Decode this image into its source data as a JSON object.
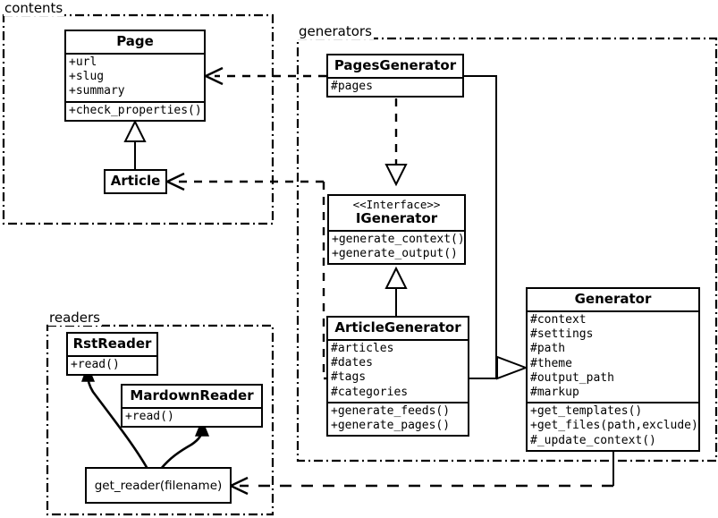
{
  "diagram": {
    "title": "UML class diagram",
    "stroke_color": "#000000",
    "background_color": "#ffffff"
  },
  "packages": [
    {
      "name": "contents-package",
      "label": "contents"
    },
    {
      "name": "generators-package",
      "label": "generators"
    },
    {
      "name": "readers-package",
      "label": "readers"
    }
  ],
  "classes": {
    "page": {
      "name": "Page",
      "attributes": [
        "+url",
        "+slug",
        "+summary"
      ],
      "operations": [
        "+check_properties()"
      ]
    },
    "article": {
      "name": "Article",
      "attributes": [],
      "operations": []
    },
    "pages_generator": {
      "name": "PagesGenerator",
      "attributes": [
        "#pages"
      ],
      "operations": []
    },
    "igenerator": {
      "stereotype": "<<Interface>>",
      "name": "IGenerator",
      "attributes": [],
      "operations": [
        "+generate_context()",
        "+generate_output()"
      ]
    },
    "article_generator": {
      "name": "ArticleGenerator",
      "attributes": [
        "#articles",
        "#dates",
        "#tags",
        "#categories"
      ],
      "operations": [
        "+generate_feeds()",
        "+generate_pages()"
      ]
    },
    "generator": {
      "name": "Generator",
      "attributes": [
        "#context",
        "#settings",
        "#path",
        "#theme",
        "#output_path",
        "#markup"
      ],
      "operations": [
        "+get_templates()",
        "+get_files(path,exclude)",
        "#_update_context()"
      ]
    },
    "rst_reader": {
      "name": "RstReader",
      "attributes": [],
      "operations": [
        "+read()"
      ]
    },
    "mardown_reader": {
      "name": "MardownReader",
      "attributes": [],
      "operations": [
        "+read()"
      ]
    },
    "get_reader": {
      "name": "get_reader(filename)"
    }
  },
  "relations": [
    {
      "name": "article-inherits-page",
      "type": "generalization",
      "from": "Article",
      "to": "Page"
    },
    {
      "name": "pagesgenerator-realizes-igenerator",
      "type": "realization",
      "from": "PagesGenerator",
      "to": "IGenerator"
    },
    {
      "name": "articlegenerator-realizes-igenerator",
      "type": "generalization",
      "from": "ArticleGenerator",
      "to": "IGenerator"
    },
    {
      "name": "pagesgenerator-to-generator",
      "type": "generalization",
      "from": "PagesGenerator",
      "to": "Generator"
    },
    {
      "name": "articlegenerator-to-generator",
      "type": "generalization",
      "from": "ArticleGenerator",
      "to": "Generator"
    },
    {
      "name": "pagesgenerator-depends-page",
      "type": "dependency",
      "from": "PagesGenerator",
      "to": "Page"
    },
    {
      "name": "articlegenerator-depends-article",
      "type": "dependency",
      "from": "ArticleGenerator",
      "to": "Article"
    },
    {
      "name": "generator-depends-get-reader",
      "type": "dependency",
      "from": "Generator",
      "to": "get_reader(filename)"
    },
    {
      "name": "get-reader-creates-rstreader",
      "type": "association",
      "from": "get_reader(filename)",
      "to": "RstReader"
    },
    {
      "name": "get-reader-creates-mardownreader",
      "type": "association",
      "from": "get_reader(filename)",
      "to": "MardownReader"
    }
  ]
}
